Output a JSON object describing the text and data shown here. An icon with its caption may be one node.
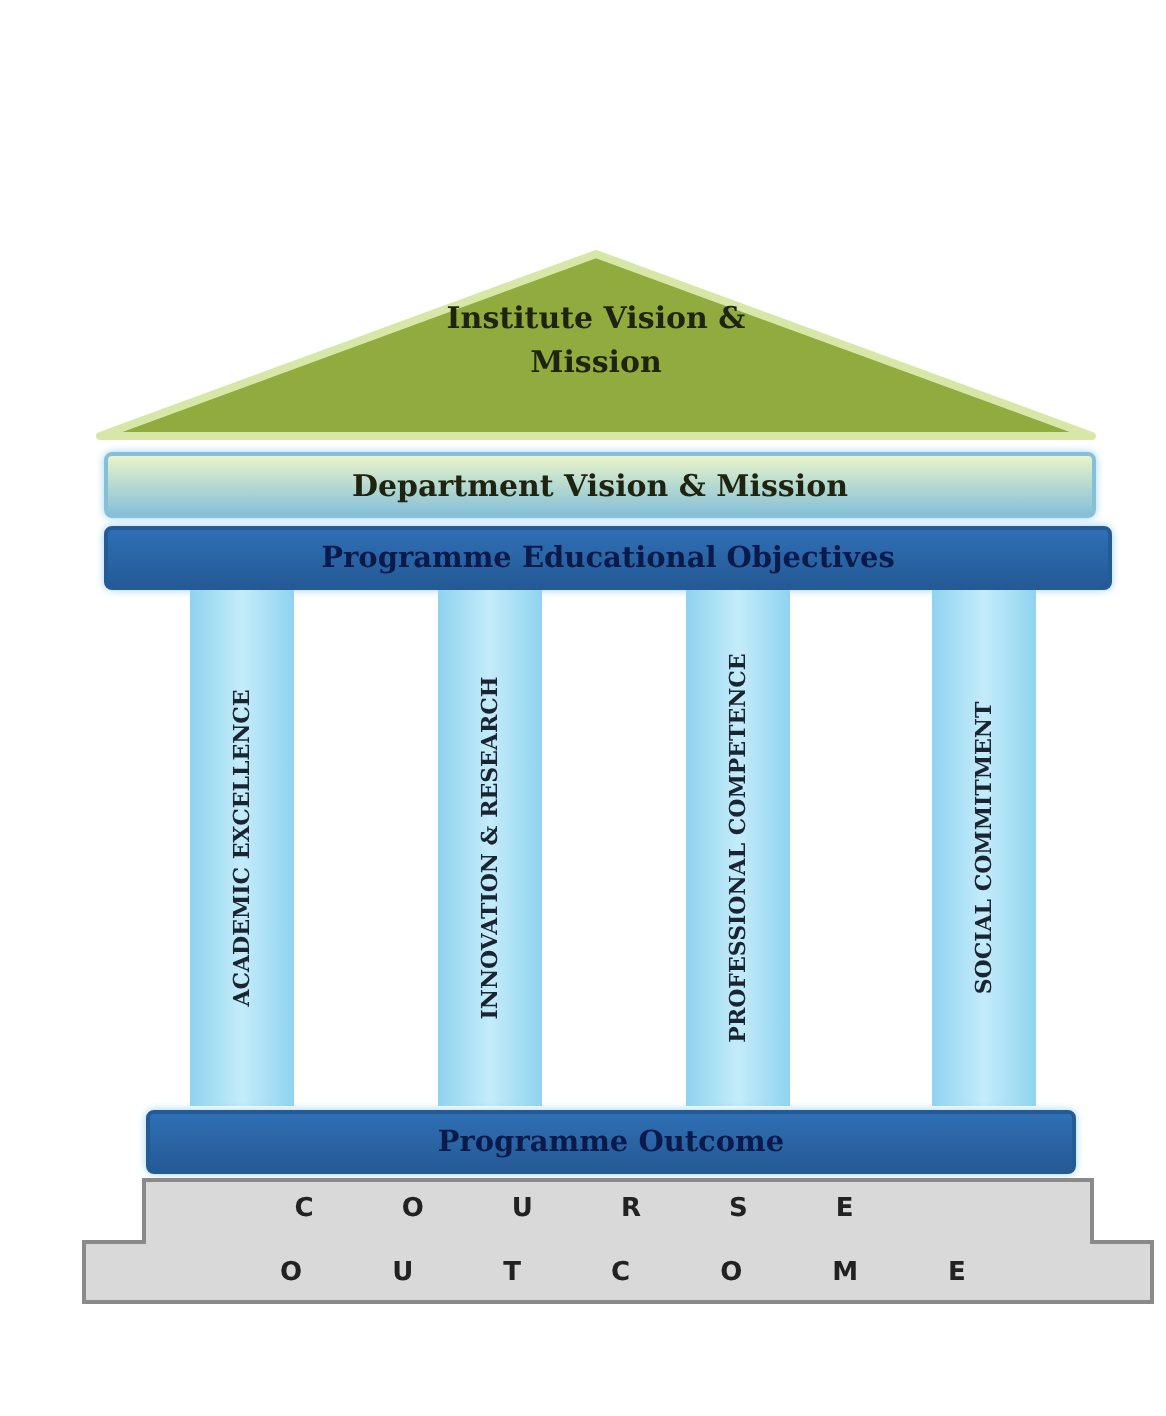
{
  "diagram": {
    "nodes": [
      {
        "text": [
          "Institute Vision & Mission"
        ]
      },
      {
        "text": [
          "Department Vision & Mission"
        ]
      },
      {
        "text": [
          "Programme Educational Objectives"
        ]
      },
      {
        "text": [
          "ACADEMIC EXCELLENCE"
        ]
      },
      {
        "text": [
          "INNOVATION & RESEARCH"
        ]
      },
      {
        "text": [
          "PROFESSIONAL COMPETENCE"
        ]
      },
      {
        "text": [
          "SOCIAL COMMITMENT"
        ]
      },
      {
        "text": [
          "Programme Outcome"
        ]
      },
      {
        "text": [
          "COURSE",
          "OUTCOME"
        ]
      }
    ]
  }
}
